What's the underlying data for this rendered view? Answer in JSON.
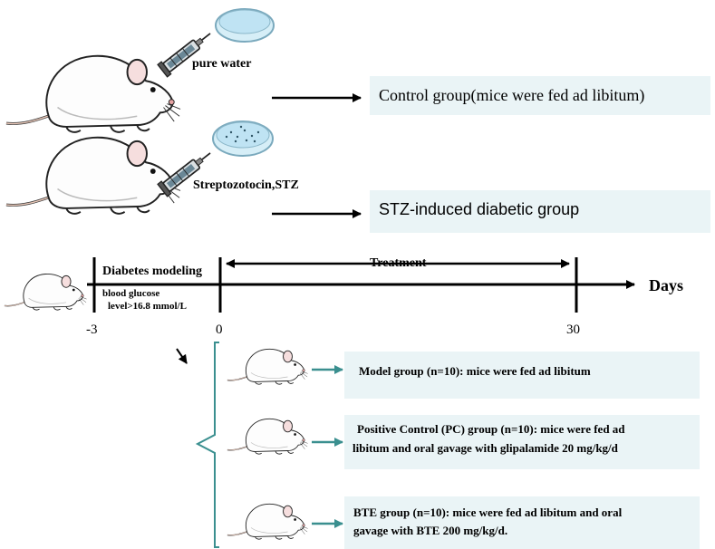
{
  "steps": {
    "water_label": "pure water",
    "stz_label": "Streptozotocin,STZ",
    "control_group": "Control group(mice were fed ad libitum)",
    "stz_group": "STZ-induced diabetic group"
  },
  "timeline": {
    "phase1": "Diabetes modeling",
    "phase2": "Treatment",
    "axis_label": "Days",
    "criterion_line1": "blood glucose",
    "criterion_line2": "level>16.8 mmol/L",
    "ticks": [
      "-3",
      "0",
      "30"
    ]
  },
  "groups": [
    {
      "text_line1": "Model group (n=10): mice were fed ad libitum",
      "text_line2": ""
    },
    {
      "text_line1": "Positive Control (PC) group (n=10): mice were fed ad",
      "text_line2": "libitum and oral gavage with glipalamide 20 mg/kg/d"
    },
    {
      "text_line1": "BTE group (n=10): mice were fed ad libitum and oral",
      "text_line2": "gavage with BTE 200 mg/kg/d."
    }
  ],
  "colors": {
    "box_fill": "#eaf4f6",
    "teal": "#3a8f8f",
    "black": "#000000"
  }
}
